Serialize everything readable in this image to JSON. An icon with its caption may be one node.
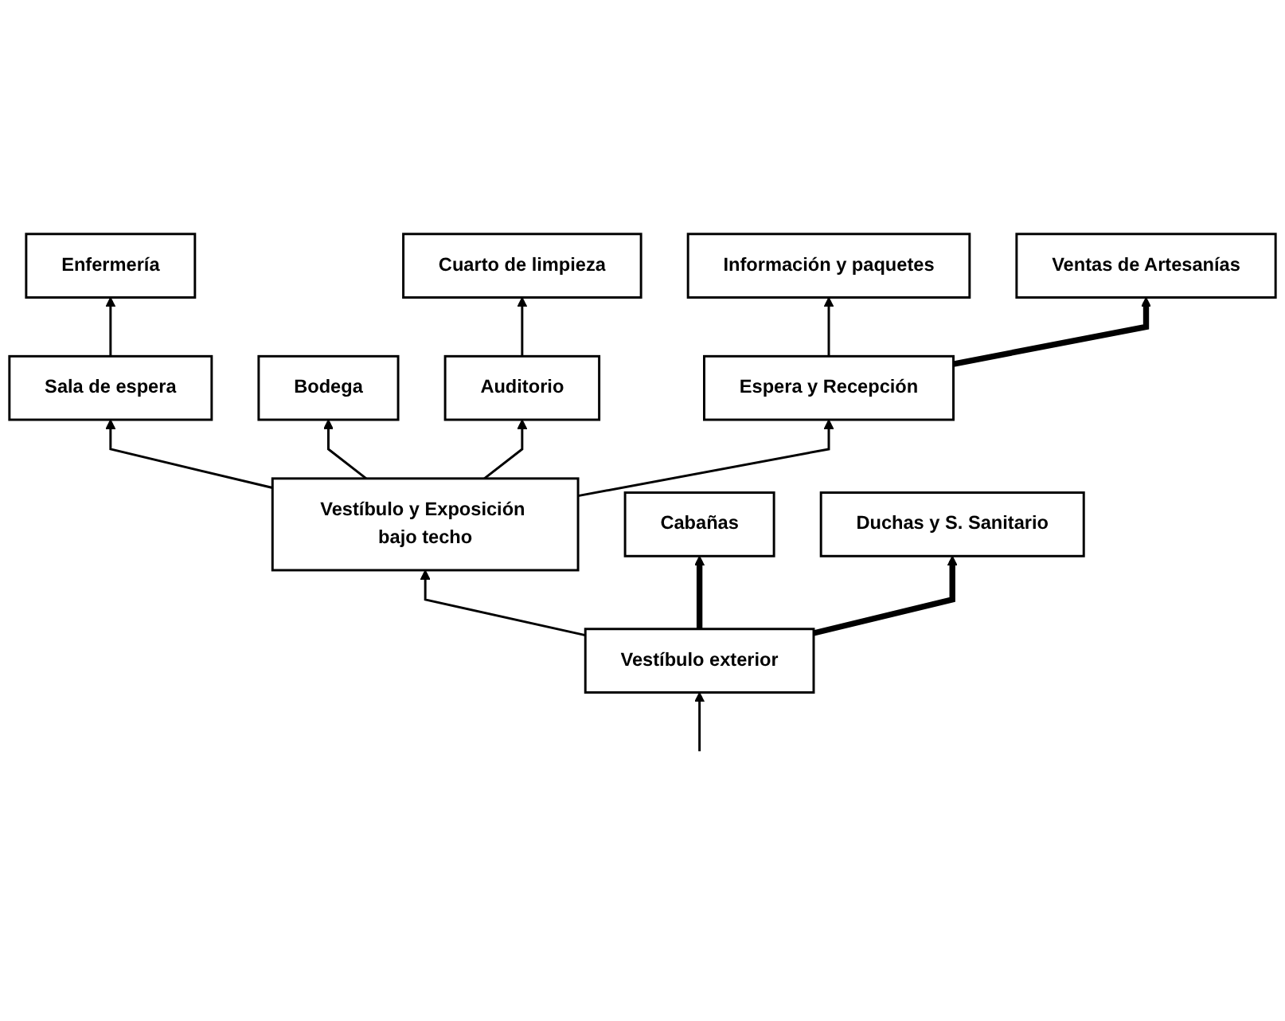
{
  "diagram": {
    "nodes": [
      {
        "text": [
          "Enfermería"
        ]
      },
      {
        "text": [
          "Sala de espera"
        ]
      },
      {
        "text": [
          "Bodega"
        ]
      },
      {
        "text": [
          "Información y paquetes"
        ]
      },
      {
        "text": [
          "Auditorio"
        ]
      },
      {
        "text": [
          "Vestíbulo y Exposición bajo techo"
        ]
      },
      {
        "text": [
          "Espera y Recepción"
        ]
      },
      {
        "text": [
          "Cuarto de limpieza"
        ]
      },
      {
        "text": [
          "Ventas de Artesanías"
        ]
      },
      {
        "text": [
          "Cabañas"
        ]
      },
      {
        "text": [
          "Vestíbulo exterior"
        ]
      },
      {
        "text": [
          "Duchas y S. Sanitario"
        ]
      }
    ],
    "edges": [
      {
        "from": 1,
        "to": 0,
        "arrow": "to"
      },
      {
        "from": 5,
        "to": 1,
        "arrow": "to"
      },
      {
        "from": 5,
        "to": 2,
        "arrow": "to"
      },
      {
        "from": 5,
        "to": 4,
        "arrow": "to"
      },
      {
        "from": 5,
        "to": 6,
        "arrow": "to"
      },
      {
        "from": 6,
        "to": 3,
        "arrow": "to"
      },
      {
        "from": 6,
        "to": 8,
        "arrow": "to",
        "style": "thick"
      },
      {
        "from": 4,
        "to": 7,
        "arrow": "to"
      },
      {
        "from": 10,
        "to": 5,
        "arrow": "to"
      },
      {
        "from": 10,
        "to": 9,
        "arrow": "to",
        "style": "thick"
      },
      {
        "from": 10,
        "to": 11,
        "arrow": "to",
        "style": "thick"
      },
      {
        "from": null,
        "to": 10,
        "arrow": "to"
      }
    ]
  }
}
